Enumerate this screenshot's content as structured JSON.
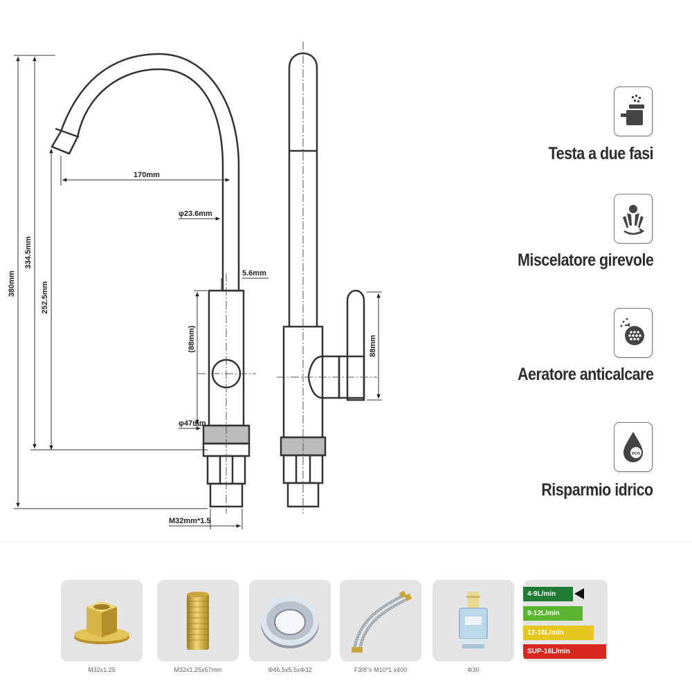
{
  "dimensions": {
    "total_height": "380mm",
    "spout_height": "334.5mm",
    "body_height": "252.5mm",
    "reach": "170mm",
    "tube_diameter": "φ23.6mm",
    "handle_offset": "5.6mm",
    "body_length": "(88mm)",
    "base_diameter": "φ47mm",
    "thread": "M32mm*1.5",
    "side_height": "88mm"
  },
  "features": [
    {
      "label": "Testa a due fasi",
      "icon": "faucet-icon"
    },
    {
      "label": "Miscelatore girevole",
      "icon": "swivel-spray-icon"
    },
    {
      "label": "Aeratore anticalcare",
      "icon": "aerator-icon"
    },
    {
      "label": "Risparmio idrico",
      "icon": "eco-drop-icon"
    }
  ],
  "parts": [
    {
      "label": "M32x1.25",
      "icon": "brass-hex-nut-icon"
    },
    {
      "label": "M32x1.25x57mm",
      "icon": "brass-threaded-tube-icon"
    },
    {
      "label": "Φ46.5x5.5xΦ32",
      "icon": "chrome-ring-icon"
    },
    {
      "label": "F3/8\"x M10*1 x400",
      "icon": "braided-hoses-icon"
    },
    {
      "label": "Φ30",
      "icon": "ceramic-cartridge-icon"
    }
  ],
  "flow_rates": {
    "rows": [
      {
        "label": "4-9L/min",
        "color": "#1f7a34"
      },
      {
        "label": "9-12L/min",
        "color": "#5cb531"
      },
      {
        "label": "12-16L/min",
        "color": "#e6c51d"
      },
      {
        "label": "SUP-16L/min",
        "color": "#d6281e"
      }
    ],
    "selected_index": 0
  }
}
